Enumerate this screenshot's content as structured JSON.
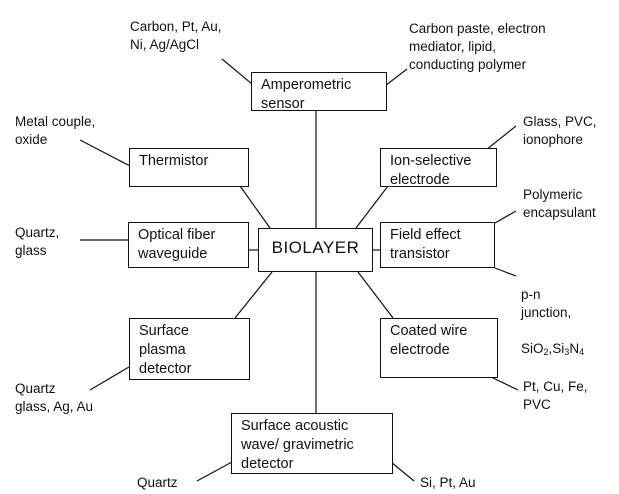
{
  "diagram": {
    "center": "BIOLAYER",
    "boxes": {
      "amperometric": "Amperometric\nsensor",
      "thermistor": "Thermistor",
      "ion_selective": "Ion-selective\nelectrode",
      "optical_fiber": "Optical fiber\nwaveguide",
      "fet": "Field effect\ntransistor",
      "surface_plasma": "Surface\nplasma\ndetector",
      "coated_wire": "Coated wire\nelectrode",
      "surface_acoustic": "Surface acoustic\nwave/ gravimetric\ndetector"
    },
    "labels": {
      "amperometric_materials_left": "Carbon, Pt, Au,\nNi, Ag/AgCl",
      "amperometric_materials_right": "Carbon paste, electron\nmediator, lipid,\nconducting polymer",
      "thermistor_materials": "Metal couple,\noxide",
      "ion_selective_materials": "Glass, PVC,\nionophore",
      "optical_fiber_materials": "Quartz,\nglass",
      "fet_materials_top": "Polymeric\nencapsulant",
      "fet_materials_bottom_1": "p-n\njunction,",
      "fet_materials_bottom_2": "SiO",
      "fet_materials_bottom_2_sub": "2",
      "fet_materials_bottom_3": ",Si",
      "fet_materials_bottom_3_sub": "3",
      "fet_materials_bottom_4": "N",
      "fet_materials_bottom_4_sub": "4",
      "surface_plasma_materials": "Quartz\nglass, Ag, Au",
      "coated_wire_materials": "Pt, Cu, Fe,\nPVC",
      "surface_acoustic_materials_left": "Quartz",
      "surface_acoustic_materials_right": "Si, Pt, Au"
    }
  }
}
